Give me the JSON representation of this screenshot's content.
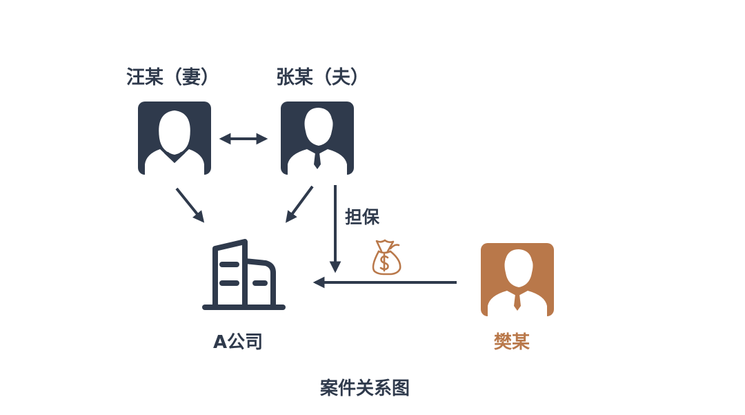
{
  "nodes": {
    "wife": {
      "label": "汪某（妻）"
    },
    "husband": {
      "label": "张某（夫）"
    },
    "company": {
      "label": "A公司"
    },
    "fan": {
      "label": "樊某"
    }
  },
  "edges": {
    "guarantee_label": "担保"
  },
  "caption": "案件关系图",
  "colors": {
    "dark": "#2f3a4c",
    "accent": "#b9784a",
    "white": "#ffffff"
  },
  "icons": {
    "wife": "female-avatar-icon",
    "husband": "male-avatar-icon",
    "company": "building-icon",
    "money": "money-bag-icon",
    "fan": "male-avatar-icon"
  }
}
